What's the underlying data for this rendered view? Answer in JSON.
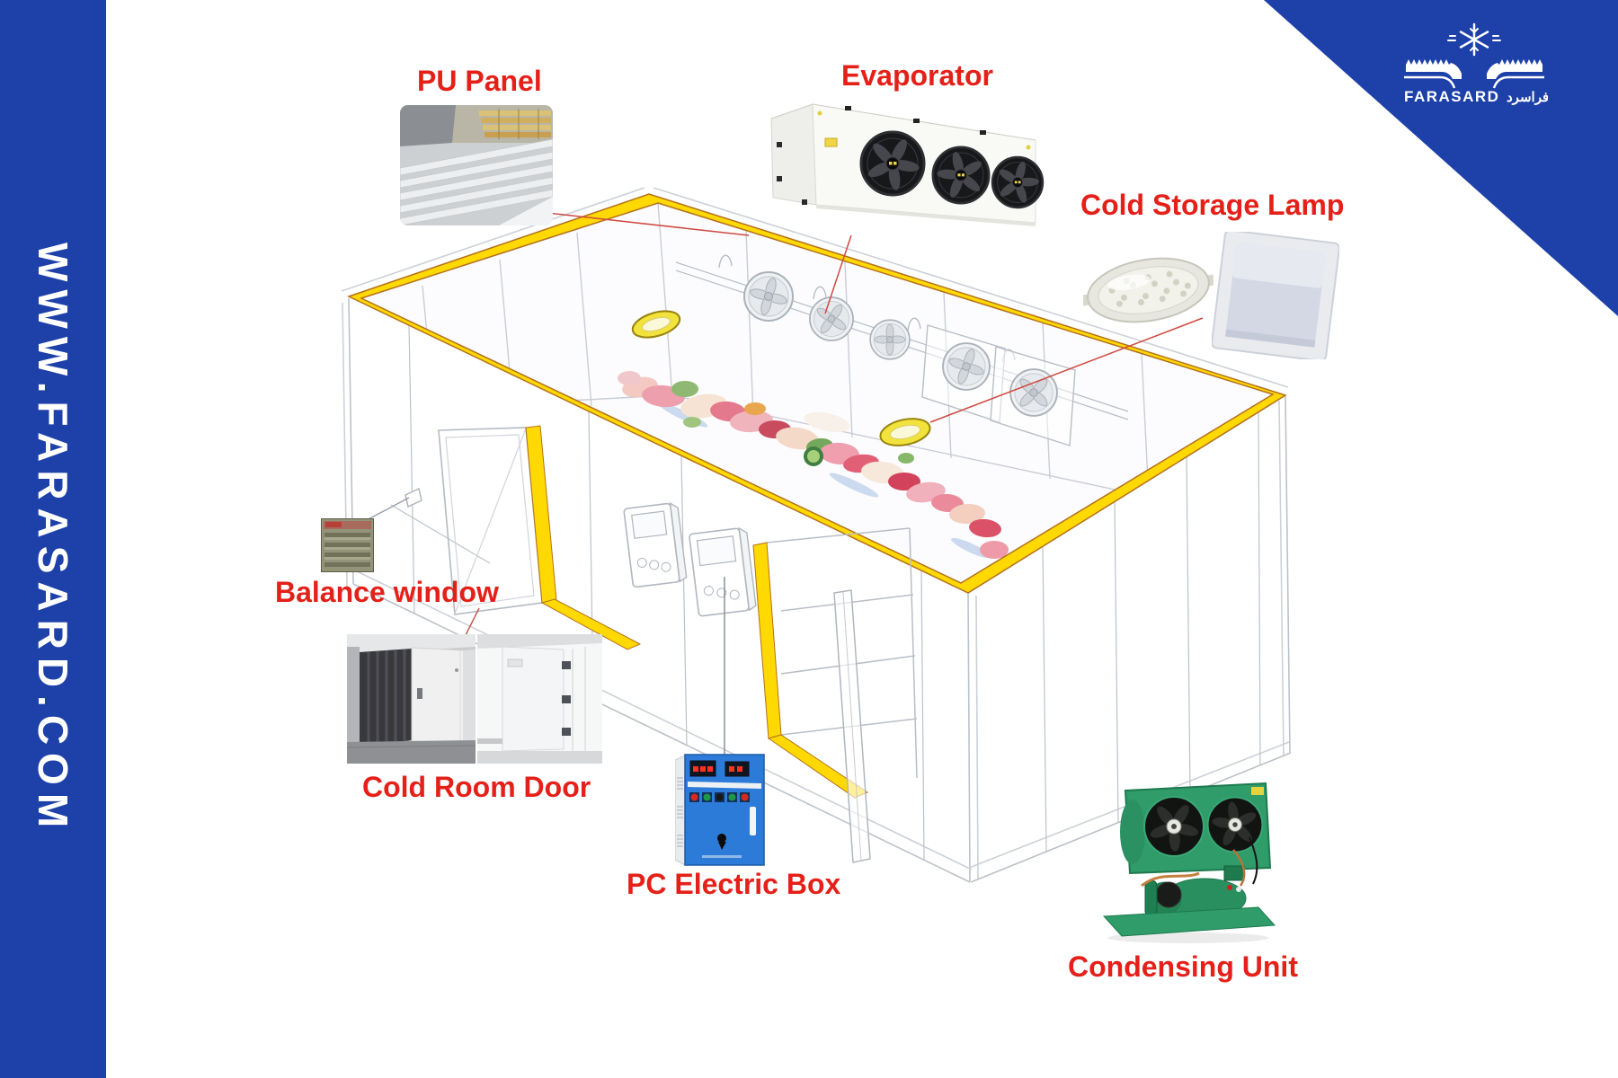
{
  "brand": {
    "sidebar_text": "WWW.FARASARD.COM",
    "logo_latin": "FARASARD",
    "logo_arabic": "فراسرد",
    "blue": "#1d40a9",
    "white": "#ffffff"
  },
  "labels": {
    "pu_panel": "PU Panel",
    "evaporator": "Evaporator",
    "cold_storage_lamp": "Cold Storage Lamp",
    "balance_window": "Balance window",
    "cold_room_door": "Cold Room Door",
    "pc_electric_box": "PC Electric Box",
    "condensing_unit": "Condensing Unit"
  },
  "colors": {
    "label_red": "#e42019",
    "rim_yellow": "#ffd901",
    "rim_outline": "#b4701e",
    "wireframe_grey": "#b9bfc6",
    "leader_red": "#cf4a42",
    "electric_box_blue": "#2d7bd8",
    "condensing_green": "#2f9c6a"
  },
  "icons": {
    "snowflake": "❄"
  }
}
